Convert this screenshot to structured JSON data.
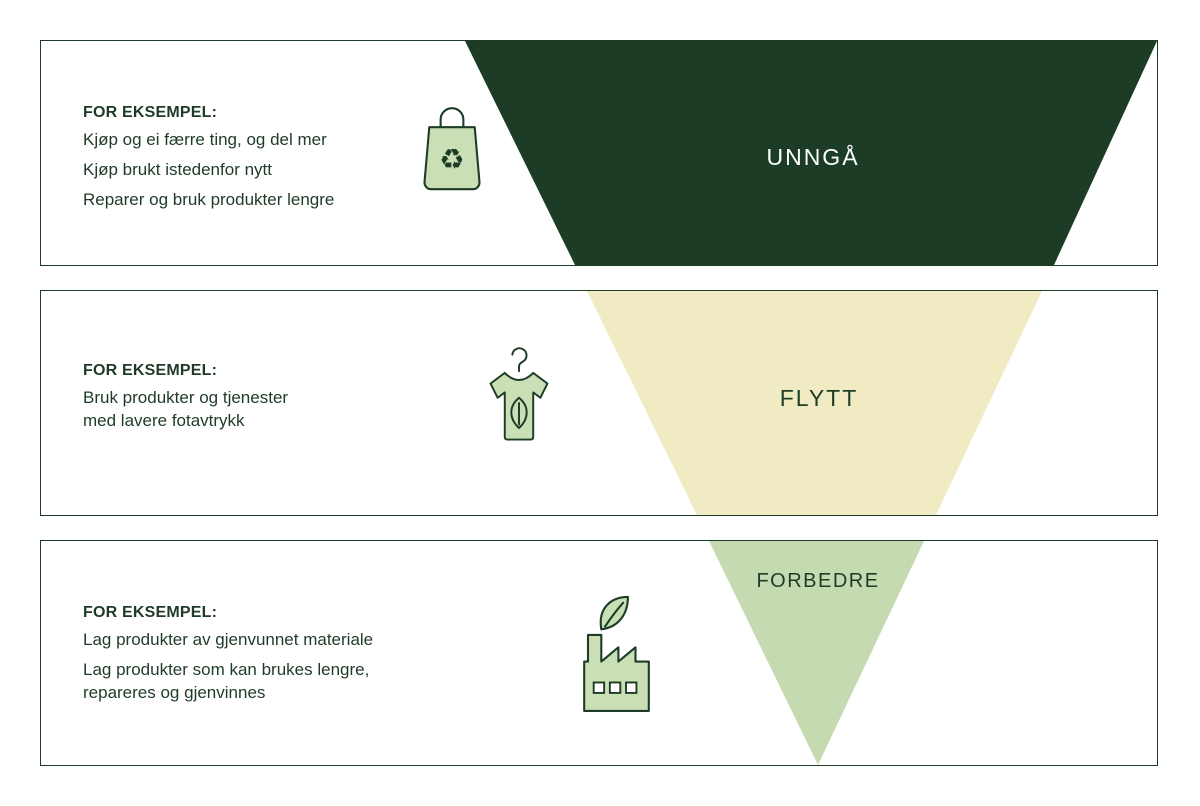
{
  "colors": {
    "dark_green": "#1d3c26",
    "pale_yellow": "#f0ebc2",
    "light_green": "#c6dab2",
    "icon_fill": "#cbdfb6",
    "text": "#1f3b28",
    "border": "#1e3d27",
    "white": "#ffffff"
  },
  "tiers": [
    {
      "label": "UNNGÅ",
      "heading": "FOR EKSEMPEL:",
      "lines": [
        "Kjøp og ei færre ting, og del mer",
        "Kjøp brukt istedenfor nytt",
        "Reparer og bruk produkter lengre"
      ],
      "icon": "shopping-bag-recycle-icon",
      "recycle_glyph": "♻"
    },
    {
      "label": "FLYTT",
      "heading": "FOR EKSEMPEL:",
      "lines": [
        "Bruk produkter og tjenester",
        "med lavere fotavtrykk"
      ],
      "icon": "tshirt-leaf-icon"
    },
    {
      "label": "FORBEDRE",
      "heading": "FOR EKSEMPEL:",
      "lines": [
        "Lag produkter av gjenvunnet materiale",
        "Lag produkter som kan brukes lengre,",
        "repareres og gjenvinnes"
      ],
      "icon": "factory-leaf-icon"
    }
  ]
}
